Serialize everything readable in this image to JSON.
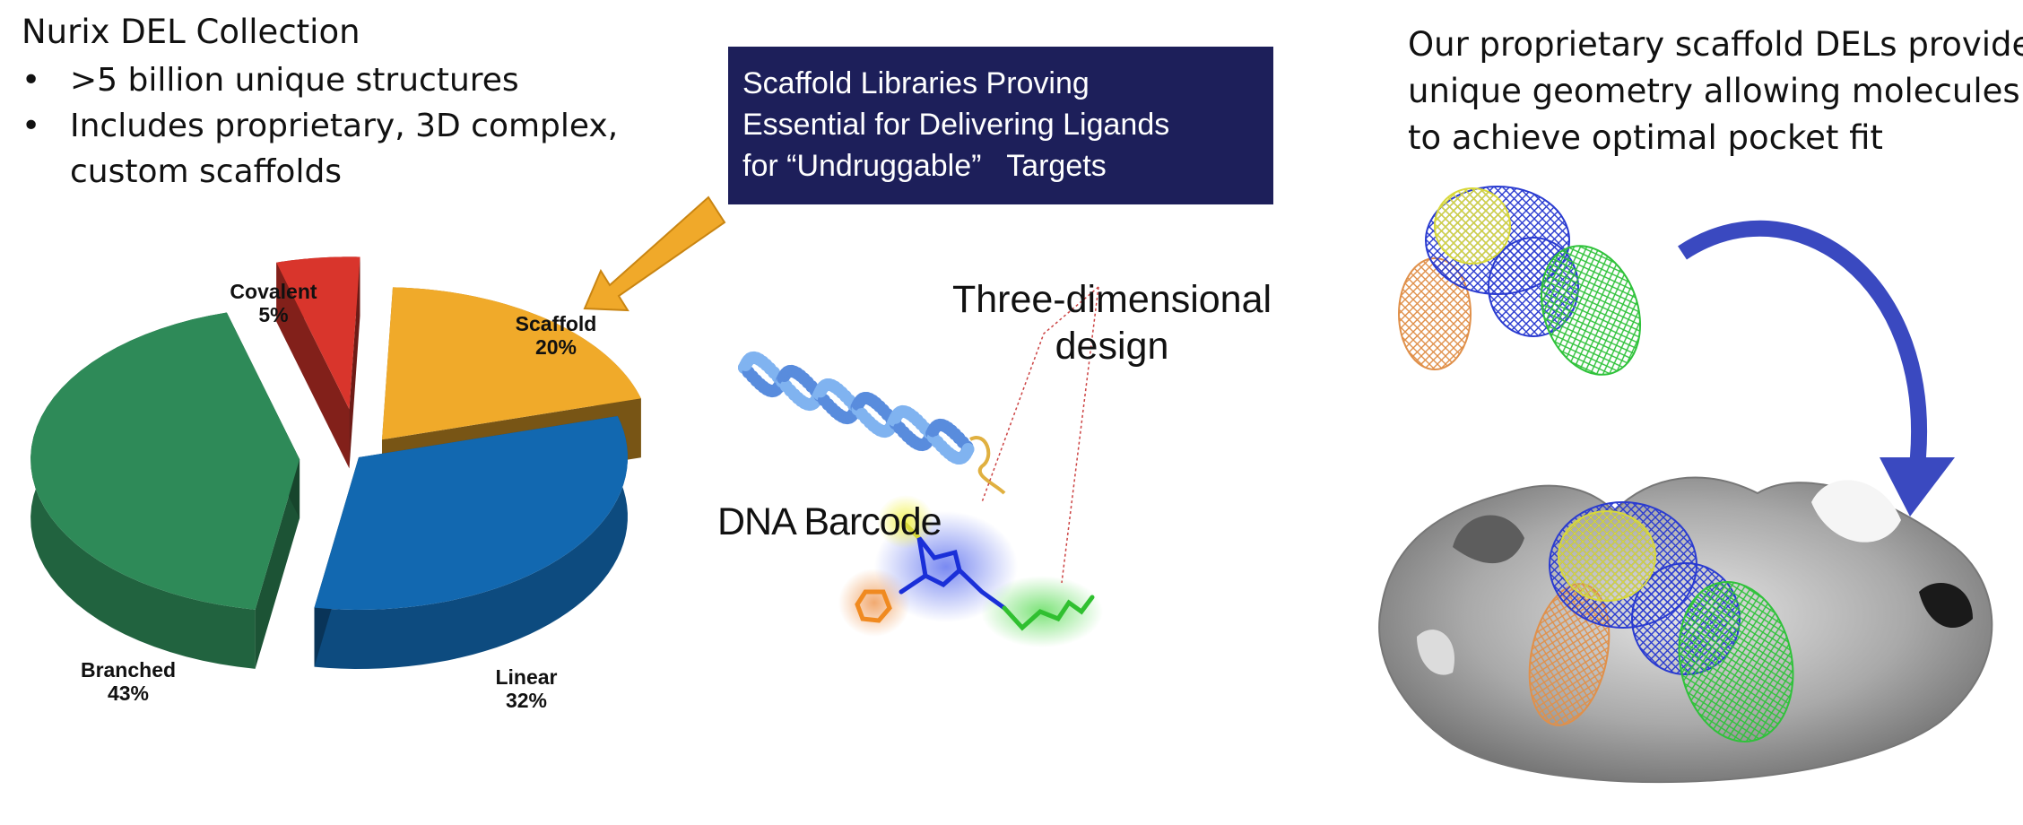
{
  "intro": {
    "title": "Nurix DEL Collection",
    "bullets": [
      ">5 billion unique structures",
      "Includes proprietary, 3D complex, custom scaffolds"
    ],
    "bullet_symbol": "•"
  },
  "callout": {
    "lines": [
      "Scaffold Libraries Proving",
      "Essential for Delivering Ligands",
      "for “Undruggable”   Targets"
    ],
    "background": "#1d1f5a"
  },
  "right_text": {
    "lines": [
      "Our proprietary scaffold DELs provide",
      "unique geometry allowing molecules",
      "to achieve optimal pocket fit"
    ]
  },
  "diagram_labels": {
    "three_d_line1": "Three-dimensional",
    "three_d_line2": "design",
    "dna_barcode": "DNA Barcode"
  },
  "chart_data": {
    "type": "pie",
    "style": "3d-exploded",
    "categories": [
      "Scaffold",
      "Linear",
      "Branched",
      "Covalent"
    ],
    "values": [
      20,
      32,
      43,
      5
    ],
    "value_labels": [
      "20%",
      "32%",
      "43%",
      "5%"
    ],
    "colors": [
      "#f0aa2a",
      "#1268b0",
      "#2e8a58",
      "#d9352c"
    ]
  },
  "colors": {
    "arrow_orange": "#f0a92a",
    "arrow_blue": "#3a49c0",
    "mesh_blue": "#2a3bd0",
    "mesh_yellow": "#d8d83a",
    "mesh_orange": "#e0904a",
    "mesh_green": "#2fc23a"
  }
}
